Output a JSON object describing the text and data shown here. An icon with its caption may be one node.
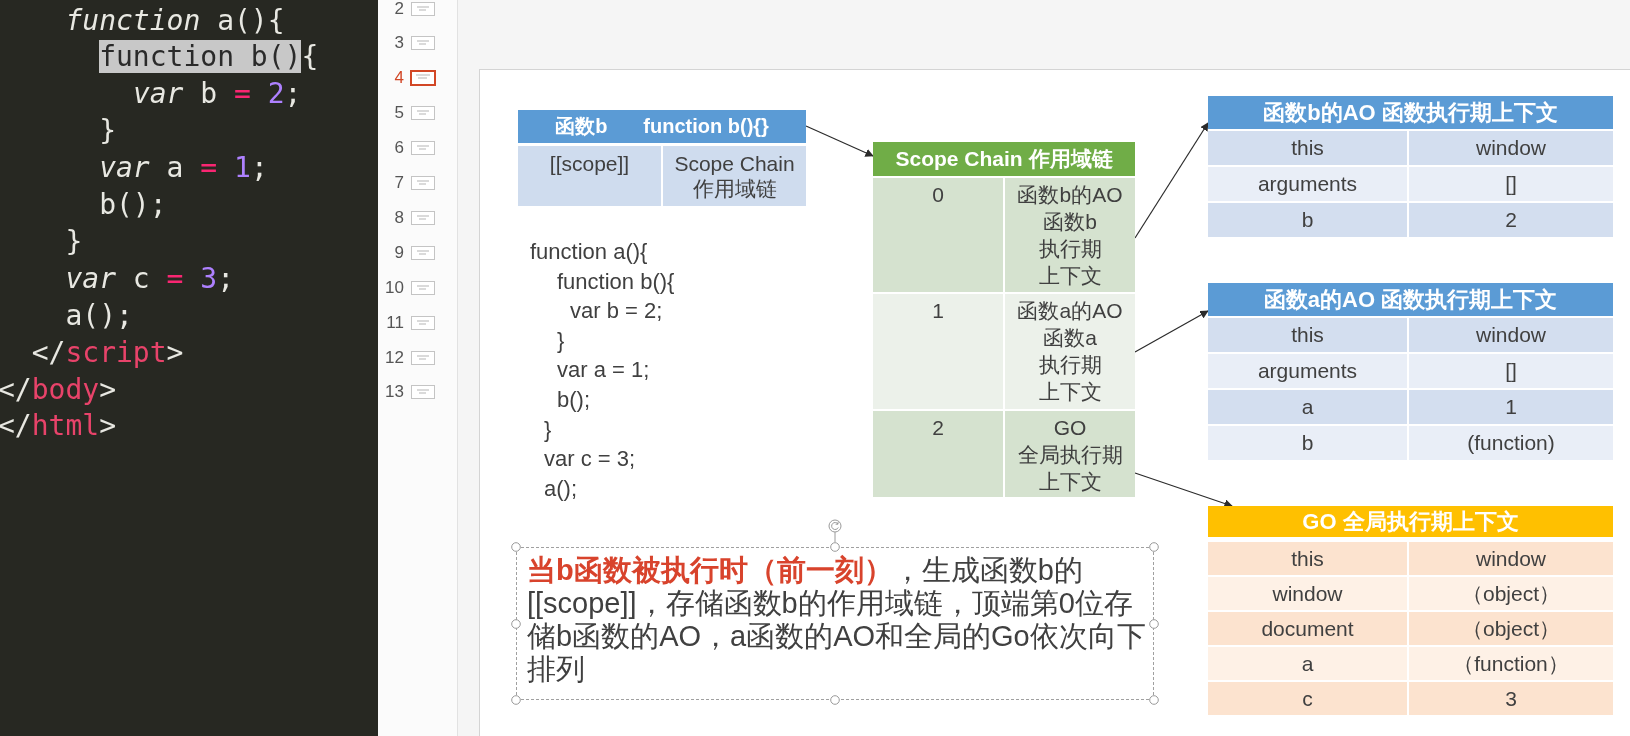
{
  "diagram": {
    "nodes": [
      {
        "text": [
          "函数b",
          "function b(){}"
        ]
      },
      {
        "text": [
          "[[scope]]"
        ],
        "in": 0
      },
      {
        "text": [
          "Scope Chain 作用域链"
        ],
        "in": 0
      },
      {
        "text": [
          "Scope Chain 作用域链"
        ]
      },
      {
        "text": [
          "0"
        ],
        "in": 3
      },
      {
        "text": [
          "函数b的AO",
          "函数b执行期上下文"
        ],
        "in": 3
      },
      {
        "text": [
          "1"
        ],
        "in": 3
      },
      {
        "text": [
          "函数a的AO",
          "函数a执行期上下文"
        ],
        "in": 3
      },
      {
        "text": [
          "2"
        ],
        "in": 3
      },
      {
        "text": [
          "GO",
          "全局执行期上下文"
        ],
        "in": 3
      },
      {
        "text": [
          "函数b的AO 函数执行期上下文"
        ]
      },
      {
        "text": [
          "this"
        ],
        "in": 10
      },
      {
        "text": [
          "window"
        ],
        "in": 10
      },
      {
        "text": [
          "arguments"
        ],
        "in": 10
      },
      {
        "text": [
          "[]"
        ],
        "in": 10
      },
      {
        "text": [
          "b"
        ],
        "in": 10
      },
      {
        "text": [
          "2"
        ],
        "in": 10
      },
      {
        "text": [
          "函数a的AO 函数执行期上下文"
        ]
      },
      {
        "text": [
          "this"
        ],
        "in": 17
      },
      {
        "text": [
          "window"
        ],
        "in": 17
      },
      {
        "text": [
          "arguments"
        ],
        "in": 17
      },
      {
        "text": [
          "[]"
        ],
        "in": 17
      },
      {
        "text": [
          "a"
        ],
        "in": 17
      },
      {
        "text": [
          "1"
        ],
        "in": 17
      },
      {
        "text": [
          "b"
        ],
        "in": 17
      },
      {
        "text": [
          "(function)"
        ],
        "in": 17
      },
      {
        "text": [
          "GO 全局执行期上下文"
        ]
      },
      {
        "text": [
          "this"
        ],
        "in": 26
      },
      {
        "text": [
          "window"
        ],
        "in": 26
      },
      {
        "text": [
          "window"
        ],
        "in": 26
      },
      {
        "text": [
          "（object）"
        ],
        "in": 26
      },
      {
        "text": [
          "document"
        ],
        "in": 26
      },
      {
        "text": [
          "（object）"
        ],
        "in": 26
      },
      {
        "text": [
          "a"
        ],
        "in": 26
      },
      {
        "text": [
          "（function）"
        ],
        "in": 26
      },
      {
        "text": [
          "c"
        ],
        "in": 26
      },
      {
        "text": [
          "3"
        ],
        "in": 26
      },
      {
        "text": [
          "**当b函数被执行时（前一刻）**，生成函数b的[[scope]]，存储函数b的作用域链，顶端第0位存储b函数的AO，a函数的AO和全局的Go依次向下排列"
        ]
      }
    ],
    "edges": [
      {
        "from": 0,
        "to": 3,
        "arrow": "to"
      },
      {
        "from": 5,
        "to": 10,
        "arrow": "to"
      },
      {
        "from": 7,
        "to": 17,
        "arrow": "to"
      },
      {
        "from": 9,
        "to": 26,
        "arrow": "to"
      }
    ],
    "labels": [
      "*function* a(){",
      "function b(){",
      "*var* b = 2;",
      "}",
      "*var* a = 1;",
      "b();",
      "}",
      "*var* c = 3;",
      "a();",
      "</script>",
      "</body>",
      "</html>",
      "2",
      "3",
      "4",
      "5",
      "6",
      "7",
      "8",
      "9",
      "10",
      "11",
      "12",
      "13",
      "function a(){",
      "function b(){",
      "var b = 2;",
      "}",
      "var a = 1;",
      "b();",
      "}",
      "var c = 3;",
      "a();"
    ]
  }
}
